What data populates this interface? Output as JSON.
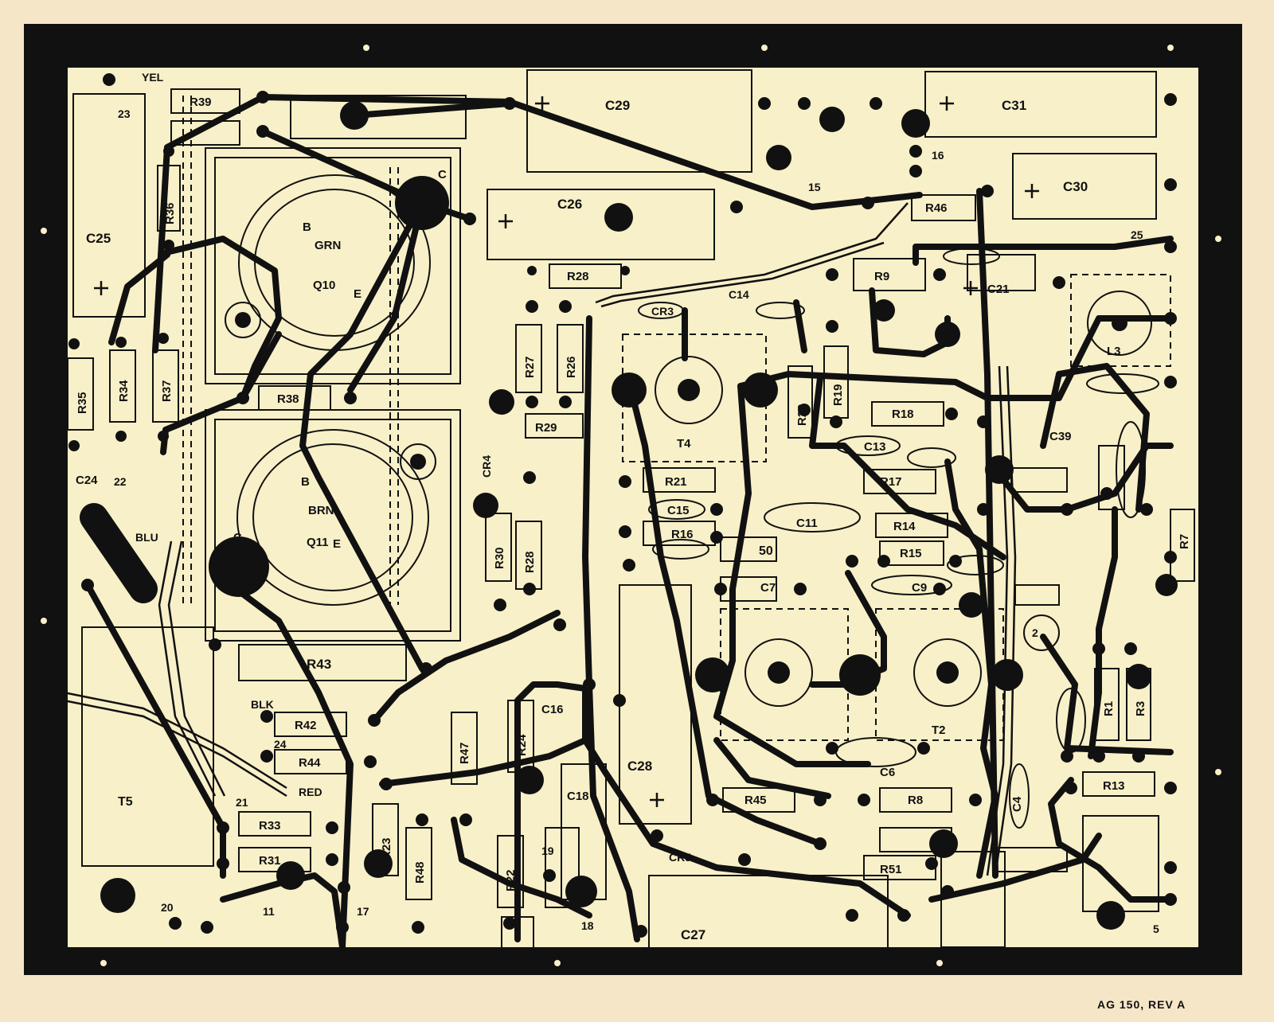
{
  "board": {
    "colors": {
      "background": "#f6e6c8",
      "frame": "#111111",
      "board": "#f8f0c8",
      "ink": "#111111"
    },
    "footer": "AG 150, REV A"
  },
  "components": [
    {
      "id": "c25",
      "label": "C25"
    },
    {
      "id": "c29",
      "label": "C29"
    },
    {
      "id": "c31",
      "label": "C31"
    },
    {
      "id": "c30",
      "label": "C30"
    },
    {
      "id": "c26",
      "label": "C26"
    },
    {
      "id": "c27",
      "label": "C27"
    },
    {
      "id": "c28",
      "label": "C28"
    },
    {
      "id": "c18",
      "label": "C18"
    },
    {
      "id": "c24",
      "label": "C24"
    },
    {
      "id": "c39",
      "label": "C39"
    },
    {
      "id": "c21",
      "label": "C21"
    },
    {
      "id": "r39",
      "label": "R39"
    },
    {
      "id": "r36",
      "label": "R36"
    },
    {
      "id": "r35",
      "label": "R35"
    },
    {
      "id": "r34",
      "label": "R34"
    },
    {
      "id": "r37",
      "label": "R37"
    },
    {
      "id": "r38",
      "label": "R38"
    },
    {
      "id": "r43",
      "label": "R43"
    },
    {
      "id": "r42",
      "label": "R42"
    },
    {
      "id": "r44",
      "label": "R44"
    },
    {
      "id": "r33",
      "label": "R33"
    },
    {
      "id": "r31",
      "label": "R31"
    },
    {
      "id": "r28a",
      "label": "R28"
    },
    {
      "id": "r27",
      "label": "R27"
    },
    {
      "id": "r26",
      "label": "R26"
    },
    {
      "id": "r29",
      "label": "R29"
    },
    {
      "id": "r30",
      "label": "R30"
    },
    {
      "id": "r28b",
      "label": "R28"
    },
    {
      "id": "r24",
      "label": "R24"
    },
    {
      "id": "r47",
      "label": "R47"
    },
    {
      "id": "r23",
      "label": "R23"
    },
    {
      "id": "r48",
      "label": "R48"
    },
    {
      "id": "r22",
      "label": "R22"
    },
    {
      "id": "r21",
      "label": "R21"
    },
    {
      "id": "r16",
      "label": "R16"
    },
    {
      "id": "r20",
      "label": "R20"
    },
    {
      "id": "r19",
      "label": "R19"
    },
    {
      "id": "r9",
      "label": "R9"
    },
    {
      "id": "r46",
      "label": "R46"
    },
    {
      "id": "r18",
      "label": "R18"
    },
    {
      "id": "r17",
      "label": "R17"
    },
    {
      "id": "r45",
      "label": "R45"
    },
    {
      "id": "r8",
      "label": "R8"
    },
    {
      "id": "r13",
      "label": "R13"
    },
    {
      "id": "r1",
      "label": "R1"
    },
    {
      "id": "r3",
      "label": "R3"
    },
    {
      "id": "r7",
      "label": "R7"
    },
    {
      "id": "r51",
      "label": "R51"
    },
    {
      "id": "r50",
      "label": "50"
    },
    {
      "id": "r14",
      "label": "R14"
    },
    {
      "id": "r15",
      "label": "R15"
    },
    {
      "id": "t4",
      "label": "T4"
    },
    {
      "id": "t2",
      "label": "T2"
    },
    {
      "id": "t5",
      "label": "T5"
    },
    {
      "id": "l3",
      "label": "L3"
    },
    {
      "id": "q10",
      "label": "Q10"
    },
    {
      "id": "q11",
      "label": "Q11"
    },
    {
      "id": "c7",
      "label": "C7"
    },
    {
      "id": "c9",
      "label": "C9"
    },
    {
      "id": "c13",
      "label": "C13"
    },
    {
      "id": "c11",
      "label": "C11"
    },
    {
      "id": "c15",
      "label": "C15"
    },
    {
      "id": "c16",
      "label": "C16"
    },
    {
      "id": "c6",
      "label": "C6"
    },
    {
      "id": "c4",
      "label": "C4"
    },
    {
      "id": "c14",
      "label": "C14"
    },
    {
      "id": "cr3",
      "label": "CR3"
    },
    {
      "id": "cr4",
      "label": "CR4"
    },
    {
      "id": "cr5",
      "label": "CR5"
    }
  ],
  "pins": [
    {
      "id": "yel",
      "text": "YEL"
    },
    {
      "id": "grn",
      "text": "GRN"
    },
    {
      "id": "brn",
      "text": "BRN"
    },
    {
      "id": "blu",
      "text": "BLU"
    },
    {
      "id": "blk",
      "text": "BLK"
    },
    {
      "id": "red",
      "text": "RED"
    },
    {
      "id": "b10",
      "text": "B"
    },
    {
      "id": "e10",
      "text": "E"
    },
    {
      "id": "c10",
      "text": "C"
    },
    {
      "id": "b11",
      "text": "B"
    },
    {
      "id": "e11",
      "text": "E"
    },
    {
      "id": "c11pin",
      "text": "C"
    },
    {
      "id": "n23",
      "text": "23"
    },
    {
      "id": "n22",
      "text": "22"
    },
    {
      "id": "n21",
      "text": "21"
    },
    {
      "id": "n20",
      "text": "20"
    },
    {
      "id": "n17",
      "text": "17"
    },
    {
      "id": "n18",
      "text": "18"
    },
    {
      "id": "n19",
      "text": "19"
    },
    {
      "id": "n16",
      "text": "16"
    },
    {
      "id": "n15",
      "text": "15"
    },
    {
      "id": "n25",
      "text": "25"
    },
    {
      "id": "n11",
      "text": "11"
    },
    {
      "id": "n5",
      "text": "5"
    },
    {
      "id": "n2",
      "text": "2"
    },
    {
      "id": "n24",
      "text": "24"
    }
  ]
}
